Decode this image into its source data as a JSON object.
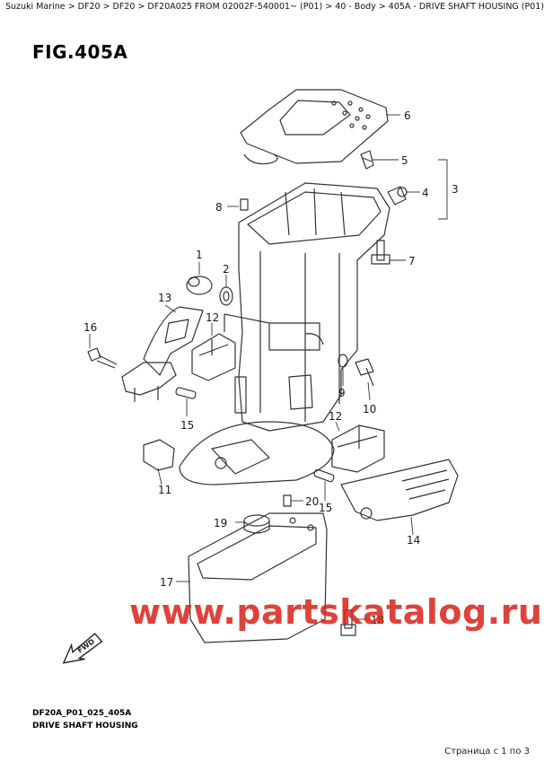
{
  "breadcrumb": "Suzuki Marine > DF20 > DF20 > DF20A025 FROM 02002F-540001~ (P01) > 40 - Body > 405A - DRIVE SHAFT HOUSING (P01)",
  "figure": {
    "title": "FIG.405A",
    "code": "DF20A_P01_025_405A",
    "caption": "DRIVE SHAFT HOUSING"
  },
  "callouts": [
    "6",
    "5",
    "4",
    "3",
    "8",
    "7",
    "1",
    "2",
    "13",
    "12",
    "16",
    "9",
    "10",
    "15",
    "12",
    "11",
    "20",
    "15",
    "19",
    "14",
    "17",
    "18"
  ],
  "watermark": "www.partskatalog.ru",
  "fwd_label": "FWD",
  "pager": "Страница с 1 по 3",
  "colors": {
    "watermark": "#d9221b",
    "line": "#333333",
    "label": "#a01010"
  }
}
